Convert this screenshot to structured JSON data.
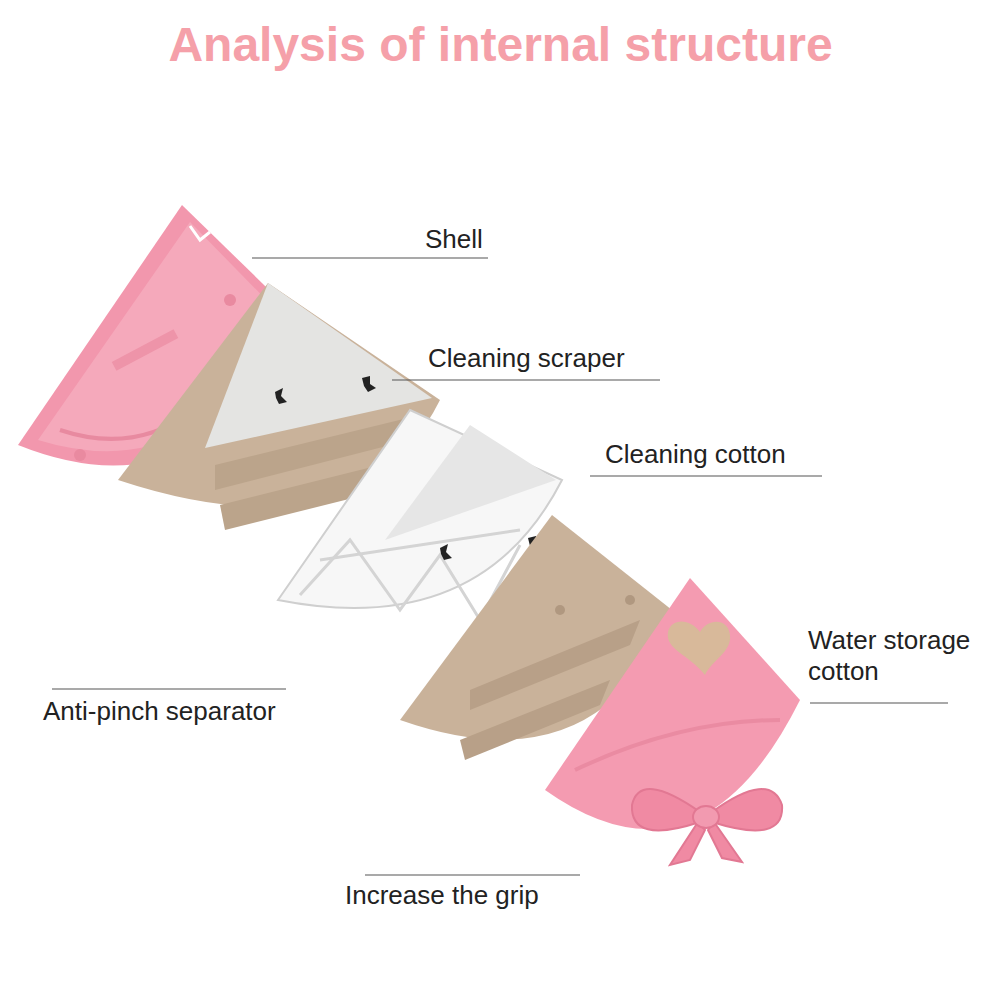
{
  "diagram": {
    "title": "Analysis of internal structure",
    "labels": [
      "Shell",
      "Cleaning scraper",
      "Cleaning cotton",
      "Water storage cotton",
      "Anti-pinch separator",
      "Increase the grip"
    ]
  }
}
